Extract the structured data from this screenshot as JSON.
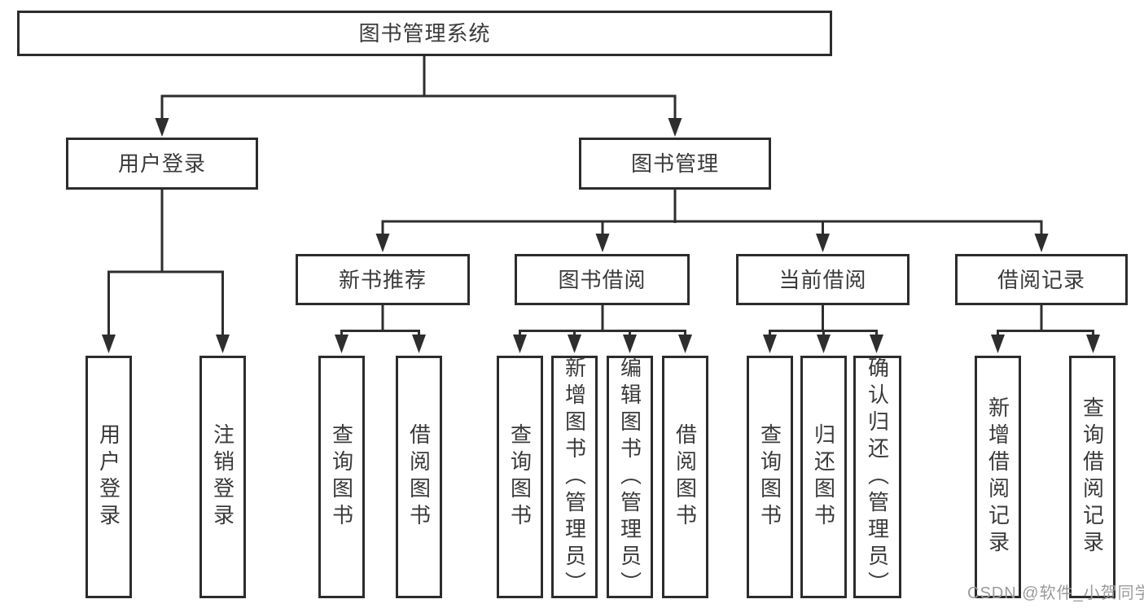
{
  "colors": {
    "line": "#2e2e2e",
    "box_border": "#2c2c2c",
    "text": "#3a3a3a",
    "watermark": "#9b9b9b",
    "background": "#ffffff"
  },
  "tree": {
    "root": "图书管理系统",
    "login_branch": {
      "label": "用户登录",
      "leaves": [
        "用户登录",
        "注销登录"
      ]
    },
    "mgmt_branch": {
      "label": "图书管理",
      "groups": [
        {
          "label": "新书推荐",
          "leaves": [
            "查询图书",
            "借阅图书"
          ]
        },
        {
          "label": "图书借阅",
          "leaves": [
            "查询图书",
            "新增图书（管理员）",
            "编辑图书（管理员）",
            "借阅图书"
          ]
        },
        {
          "label": "当前借阅",
          "leaves": [
            "查询图书",
            "归还图书",
            "确认归还（管理员）"
          ]
        },
        {
          "label": "借阅记录",
          "leaves": [
            "新增借阅记录",
            "查询借阅记录"
          ]
        }
      ]
    }
  },
  "watermark": "CSDN @软件_小贺同学"
}
